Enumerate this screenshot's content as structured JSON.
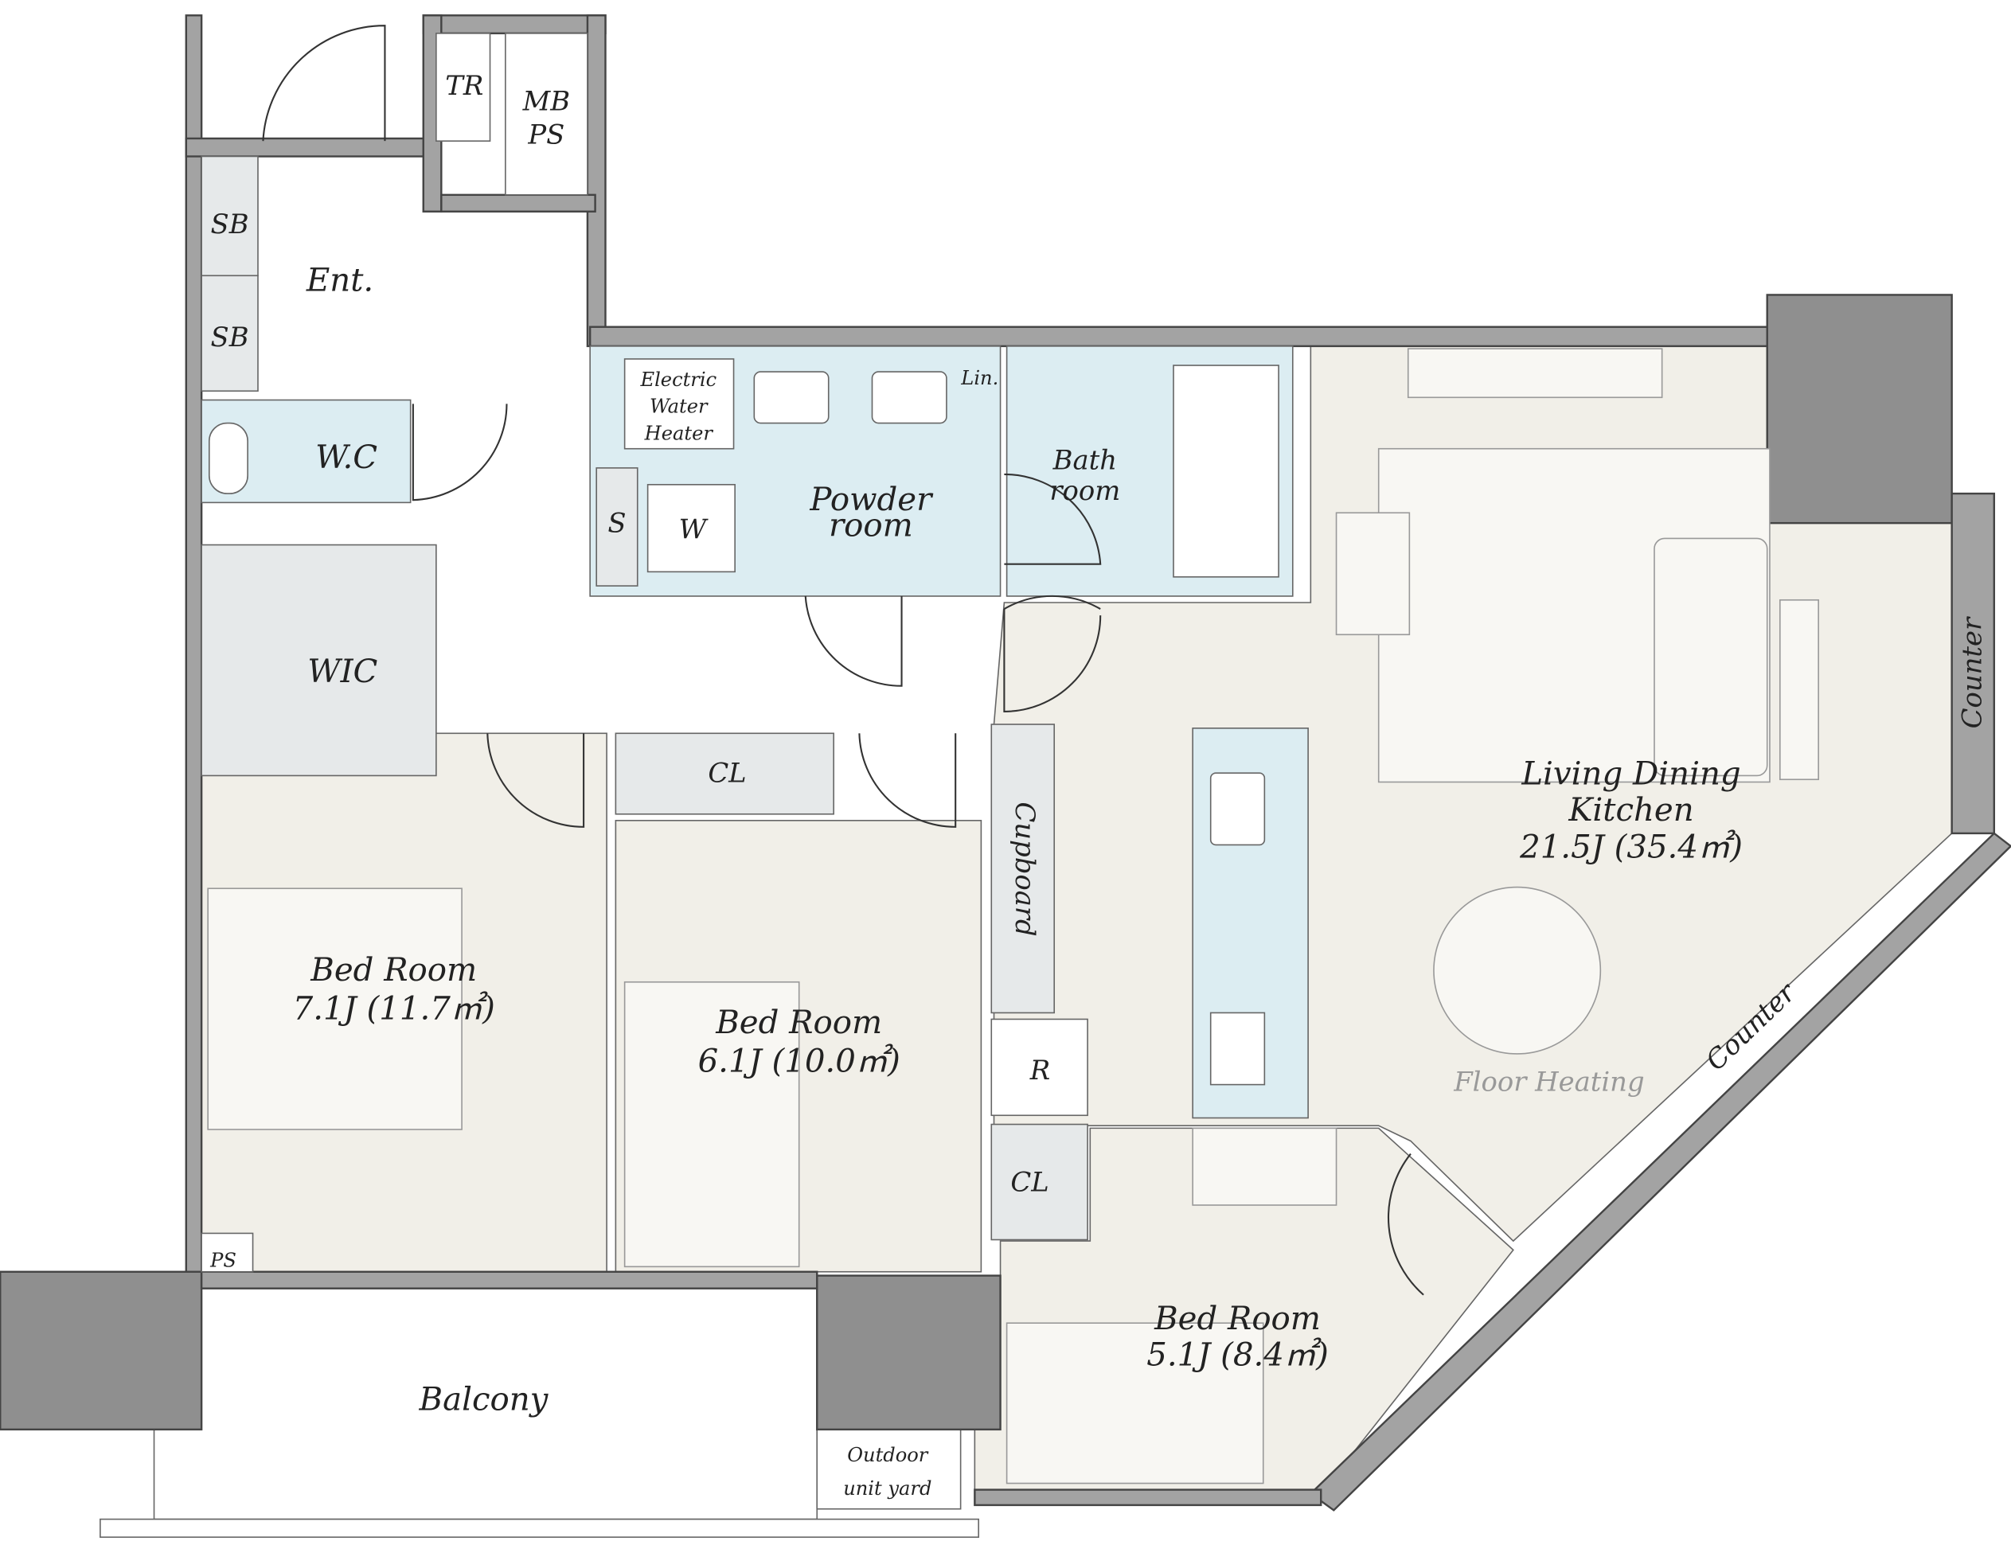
{
  "plan": {
    "rooms": {
      "tr": "TR",
      "mb": "MB",
      "ps_top": "PS",
      "sb1": "SB",
      "sb2": "SB",
      "ent": "Ent.",
      "wc": "W.C",
      "wic": "WIC",
      "heater_line1": "Electric",
      "heater_line2": "Water",
      "heater_line3": "Heater",
      "lin": "Lin.",
      "s": "S",
      "w": "W",
      "powder_line1": "Powder",
      "powder_line2": "room",
      "bath_line1": "Bath",
      "bath_line2": "room",
      "cl_top": "CL",
      "cupboard": "Cupboard",
      "r": "R",
      "cl_small": "CL",
      "ldk_line1": "Living Dining",
      "ldk_line2": "Kitchen",
      "ldk_area": "21.5J (35.4㎡)",
      "bed1_name": "Bed Room",
      "bed1_area": "7.1J (11.7㎡)",
      "bed2_name": "Bed Room",
      "bed2_area": "6.1J (10.0㎡)",
      "bed3_name": "Bed Room",
      "bed3_area": "5.1J (8.4㎡)",
      "floor_heating": "Floor Heating",
      "counter_right": "Counter",
      "counter_diag": "Counter",
      "ps_bottom": "PS",
      "balcony": "Balcony",
      "outdoor_line1": "Outdoor",
      "outdoor_line2": "unit yard"
    },
    "colors": {
      "wall": "#a3a3a3",
      "floor": "#f1efe8",
      "wet_area": "#dcedf2"
    }
  }
}
